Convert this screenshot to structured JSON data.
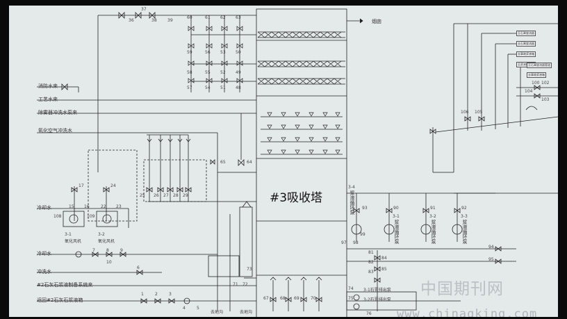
{
  "tower": {
    "title": "#3吸收塔"
  },
  "lines": {
    "fire_water": "消防水来",
    "process_water": "工艺水来",
    "demister_wash": "除雾器冲洗水泵来",
    "oxidation_air_wash": "氧化空气冲洗水",
    "cooling_water_1": "冷却水",
    "cooling_water_2": "冷却水",
    "flush_water": "冲洗水",
    "limestone_slurry": "#2石灰石浆液制备系统来",
    "limestone_return": "返回#2石灰石浆液箱",
    "flue_gas": "烟囱"
  },
  "equipment": {
    "fan_a": {
      "tag": "3-1",
      "name": "氧化风机"
    },
    "fan_b": {
      "tag": "3-2",
      "name": "氧化风机"
    },
    "pump_34": {
      "tag": "3-4",
      "name": "浆液循环泵"
    },
    "pump_31": {
      "tag": "3-1",
      "name": "浆液循环泵"
    },
    "pump_32": {
      "tag": "3-2",
      "name": "浆液循环泵"
    },
    "pump_33": {
      "tag": "3-3",
      "name": "浆液循环泵"
    },
    "gypsum_pump_1": "3-1石膏排出泵",
    "gypsum_pump_2": "3-2石膏排出泵",
    "drain": "去地沟",
    "pit": "去地沟"
  },
  "right_labels": [
    "至石膏旋流器",
    "去石膏旋流器",
    "去事故浆液箱",
    "至浆液罐去阀",
    "去事故浆液箱",
    "至石膏旋流器管道"
  ],
  "valve_numbers": {
    "top": [
      "36",
      "37",
      "38",
      "39"
    ],
    "col1": [
      "60",
      "59",
      "58",
      "57"
    ],
    "col2": [
      "61",
      "56",
      "55",
      "54"
    ],
    "col3": [
      "62",
      "53",
      "52",
      "51"
    ],
    "col4": [
      "63",
      "50",
      "49",
      "48"
    ],
    "fan": [
      "17",
      "24",
      "15",
      "16",
      "22",
      "23",
      "108",
      "109"
    ],
    "row25": [
      "25",
      "26",
      "27",
      "28",
      "29"
    ],
    "cool": [
      "7",
      "8",
      "9",
      "10",
      "6"
    ],
    "slurry": [
      "1",
      "2",
      "3",
      "4",
      "5"
    ],
    "tower_left": [
      "65",
      "64"
    ],
    "bottom": [
      "67",
      "68",
      "69",
      "70",
      "71",
      "72",
      "73",
      "74",
      "75",
      "76"
    ],
    "pumps": [
      "93",
      "94",
      "95",
      "90",
      "91",
      "92",
      "81",
      "82",
      "83",
      "84",
      "85"
    ],
    "right": [
      "106",
      "105",
      "104",
      "103",
      "100",
      "102",
      "98",
      "97",
      "99"
    ]
  },
  "watermark": {
    "cn": "中国期刊网",
    "url": "www.chinaqking.com"
  }
}
